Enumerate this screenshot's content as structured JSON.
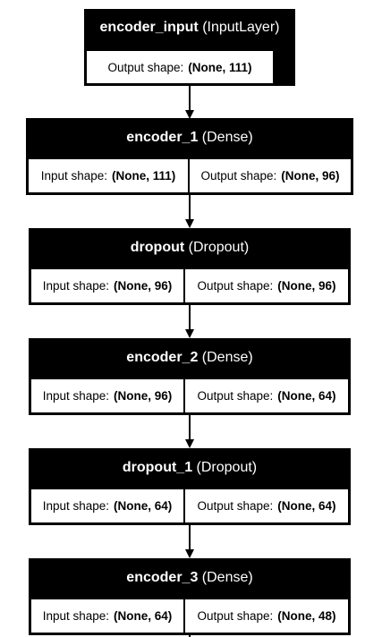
{
  "layers": [
    {
      "name": "encoder_input",
      "type": "(InputLayer)",
      "input_label": "",
      "input_shape": "",
      "output_label": "Output shape:",
      "output_shape": "(None, 111)"
    },
    {
      "name": "encoder_1",
      "type": "(Dense)",
      "input_label": "Input shape:",
      "input_shape": "(None, 111)",
      "output_label": "Output shape:",
      "output_shape": "(None, 96)"
    },
    {
      "name": "dropout",
      "type": "(Dropout)",
      "input_label": "Input shape:",
      "input_shape": "(None, 96)",
      "output_label": "Output shape:",
      "output_shape": "(None, 96)"
    },
    {
      "name": "encoder_2",
      "type": "(Dense)",
      "input_label": "Input shape:",
      "input_shape": "(None, 96)",
      "output_label": "Output shape:",
      "output_shape": "(None, 64)"
    },
    {
      "name": "dropout_1",
      "type": "(Dropout)",
      "input_label": "Input shape:",
      "input_shape": "(None, 64)",
      "output_label": "Output shape:",
      "output_shape": "(None, 64)"
    },
    {
      "name": "encoder_3",
      "type": "(Dense)",
      "input_label": "Input shape:",
      "input_shape": "(None, 64)",
      "output_label": "Output shape:",
      "output_shape": "(None, 48)"
    }
  ]
}
